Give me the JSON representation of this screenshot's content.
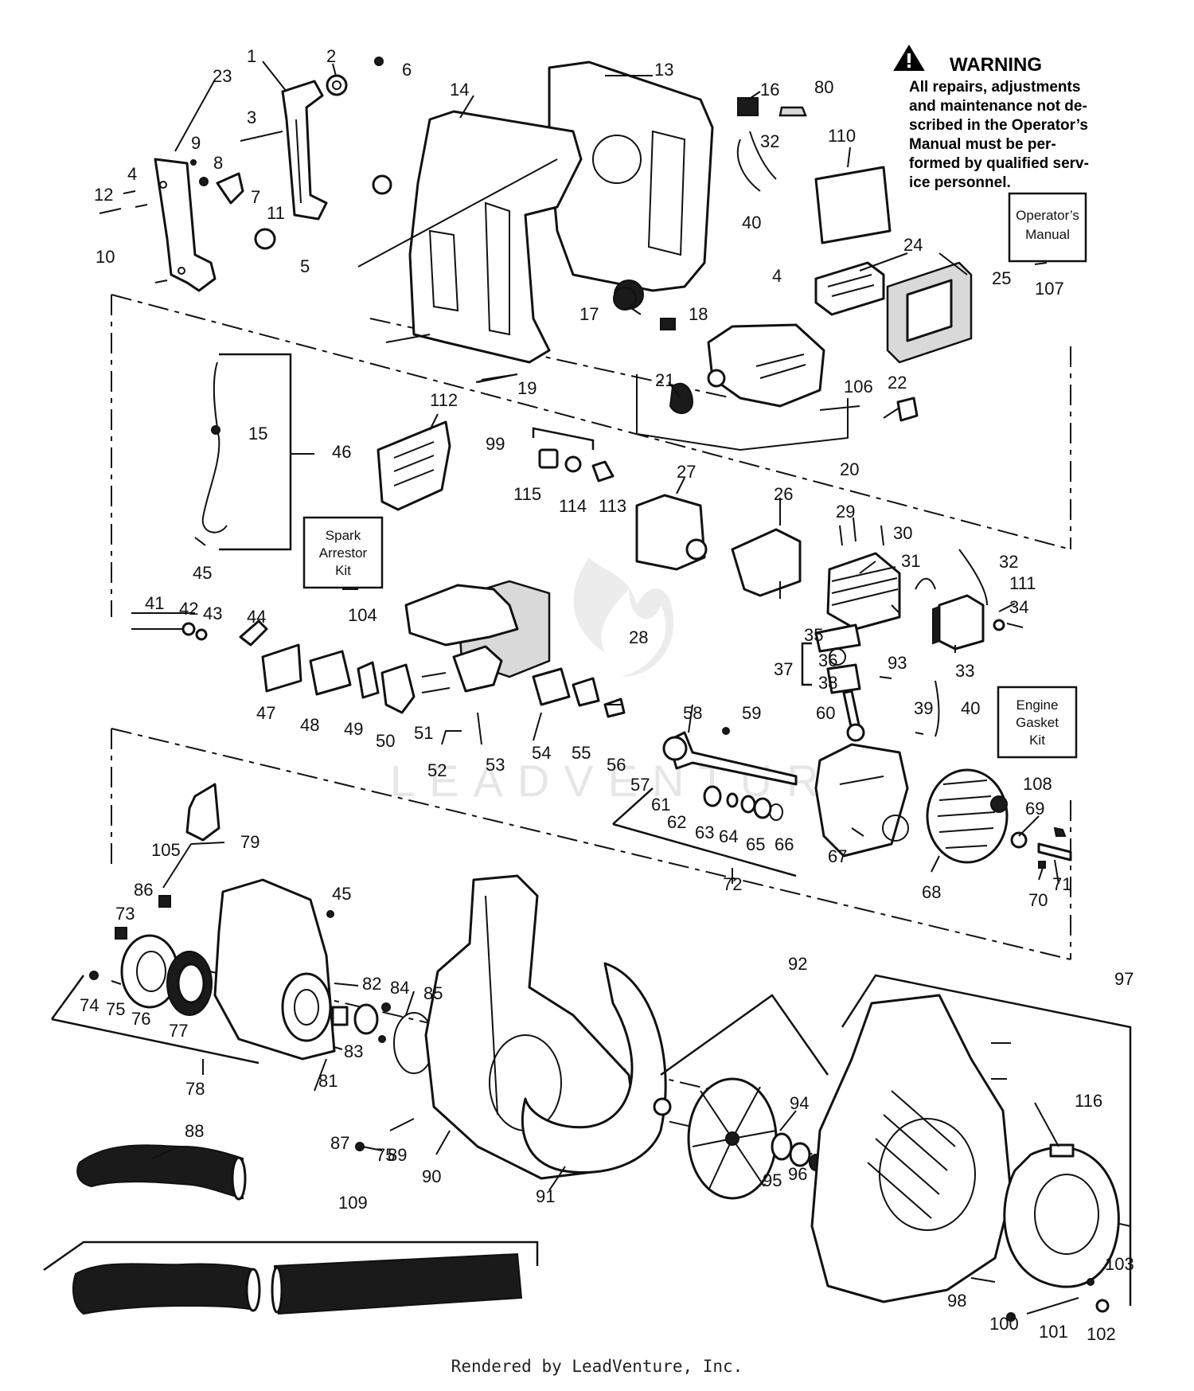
{
  "warning": {
    "title": "WARNING",
    "lines": [
      "All repairs, adjustments",
      "and maintenance not de-",
      "scribed in the Operator’s",
      "Manual must be per-",
      "formed by qualified serv-",
      "ice personnel."
    ]
  },
  "kits": {
    "operators_manual": [
      "Operator’s",
      "Manual"
    ],
    "spark_arrestor": [
      "Spark",
      "Arrestor",
      "Kit"
    ],
    "engine_gasket": [
      "Engine",
      "Gasket",
      "Kit"
    ]
  },
  "watermark": "LEADVENTURE",
  "footer": "Rendered by LeadVenture, Inc.",
  "callouts": {
    "c1": "1",
    "c2": "2",
    "c3": "3",
    "c4a": "4",
    "c4b": "4",
    "c5": "5",
    "c6": "6",
    "c7": "7",
    "c8": "8",
    "c9": "9",
    "c10": "10",
    "c11": "11",
    "c12": "12",
    "c13": "13",
    "c14": "14",
    "c15": "15",
    "c16": "16",
    "c17": "17",
    "c18": "18",
    "c19": "19",
    "c20": "20",
    "c21": "21",
    "c22": "22",
    "c23": "23",
    "c24": "24",
    "c25": "25",
    "c26": "26",
    "c27": "27",
    "c28": "28",
    "c29": "29",
    "c30": "30",
    "c31": "31",
    "c32a": "32",
    "c32b": "32",
    "c33": "33",
    "c34": "34",
    "c35": "35",
    "c36": "36",
    "c37": "37",
    "c38": "38",
    "c39": "39",
    "c40a": "40",
    "c40b": "40",
    "c41": "41",
    "c42": "42",
    "c43": "43",
    "c44": "44",
    "c45a": "45",
    "c45b": "45",
    "c46": "46",
    "c47": "47",
    "c48": "48",
    "c49": "49",
    "c50": "50",
    "c51": "51",
    "c52": "52",
    "c53": "53",
    "c54": "54",
    "c55": "55",
    "c56": "56",
    "c57": "57",
    "c58": "58",
    "c59": "59",
    "c60": "60",
    "c61": "61",
    "c62": "62",
    "c63": "63",
    "c64": "64",
    "c65": "65",
    "c66": "66",
    "c67": "67",
    "c68": "68",
    "c69": "69",
    "c70": "70",
    "c71": "71",
    "c72": "72",
    "c73": "73",
    "c74": "74",
    "c75a": "75",
    "c75b": "75",
    "c76": "76",
    "c77": "77",
    "c78": "78",
    "c79": "79",
    "c80": "80",
    "c81": "81",
    "c82": "82",
    "c83": "83",
    "c84": "84",
    "c85": "85",
    "c86": "86",
    "c87": "87",
    "c88": "88",
    "c89": "89",
    "c90": "90",
    "c91": "91",
    "c92": "92",
    "c93": "93",
    "c94": "94",
    "c95": "95",
    "c96": "96",
    "c97": "97",
    "c98": "98",
    "c99": "99",
    "c100": "100",
    "c101": "101",
    "c102": "102",
    "c103": "103",
    "c104": "104",
    "c105": "105",
    "c106": "106",
    "c107": "107",
    "c108": "108",
    "c109": "109",
    "c110": "110",
    "c111": "111",
    "c112": "112",
    "c113": "113",
    "c114": "114",
    "c115": "115",
    "c116": "116"
  }
}
